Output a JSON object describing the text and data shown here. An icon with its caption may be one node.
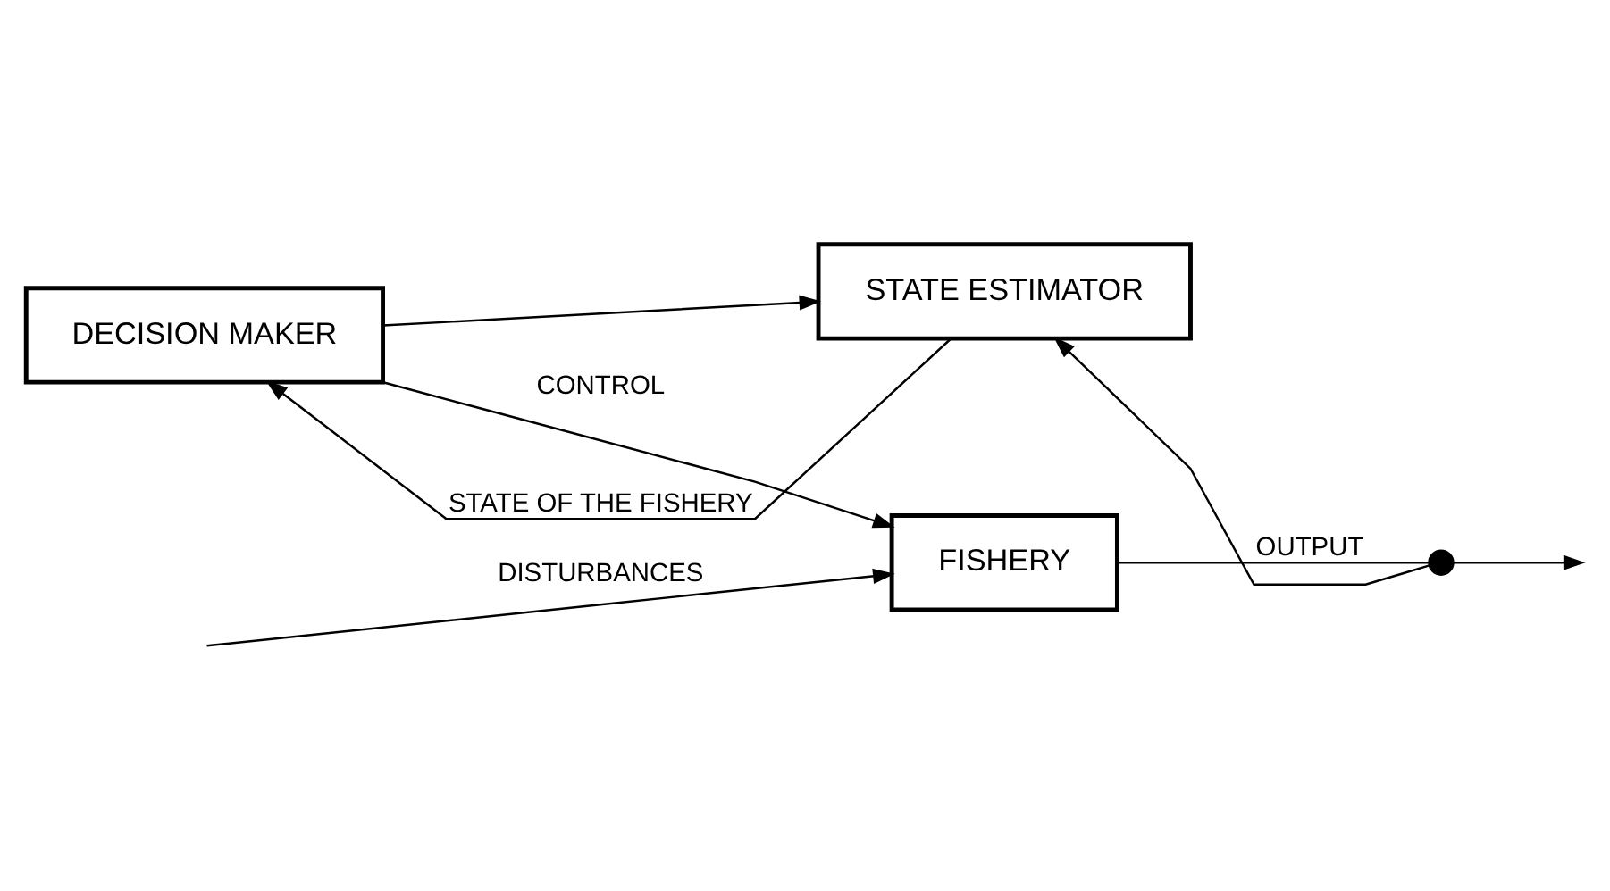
{
  "diagram": {
    "nodes": [
      {
        "text": [
          "DECISION MAKER"
        ]
      },
      {
        "text": [
          "FISHERY"
        ]
      },
      {
        "text": [
          "STATE ESTIMATOR"
        ]
      },
      {
        "text": [],
        "shape": "circle"
      }
    ],
    "edges": [
      {
        "from": null,
        "to": 1,
        "arrow": "to",
        "label": "DISTURBANCES"
      },
      {
        "from": 0,
        "to": 1,
        "arrow": "to",
        "label": "CONTROL"
      },
      {
        "from": 0,
        "to": 2,
        "arrow": "to"
      },
      {
        "from": 1,
        "to": 3,
        "arrow": "none",
        "label": "OUTPUT"
      },
      {
        "from": 3,
        "to": null,
        "arrow": "to"
      },
      {
        "from": 3,
        "to": 2,
        "arrow": "to"
      },
      {
        "from": 2,
        "to": 0,
        "arrow": "to",
        "label": "STATE OF THE FISHERY"
      }
    ]
  }
}
